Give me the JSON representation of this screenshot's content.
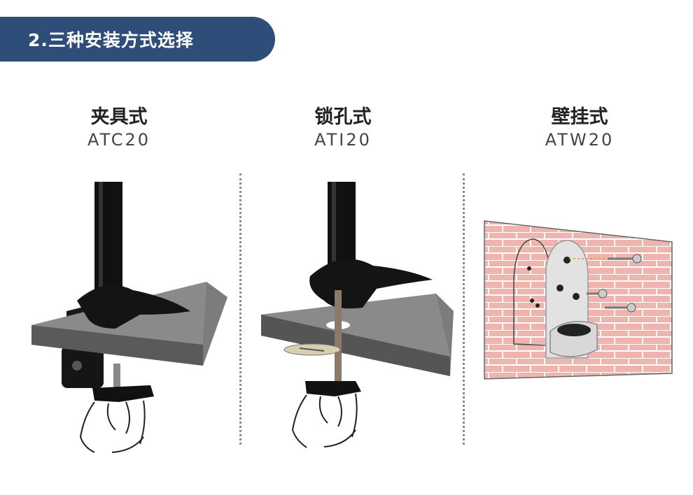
{
  "header": {
    "title": "2.三种安装方式选择"
  },
  "options": [
    {
      "name": "夹具式",
      "model": "ATC20"
    },
    {
      "name": "锁孔式",
      "model": "ATI20"
    },
    {
      "name": "壁挂式",
      "model": "ATW20"
    }
  ],
  "colors": {
    "banner": "#2e4d78",
    "desk": "#7a7a7a",
    "pole": "#111111",
    "wall": "#f0b4ae",
    "plate": "#e2e2e2"
  },
  "icons": [
    "clamp-mount-illustration",
    "grommet-mount-illustration",
    "wall-mount-illustration",
    "hand-icon"
  ]
}
